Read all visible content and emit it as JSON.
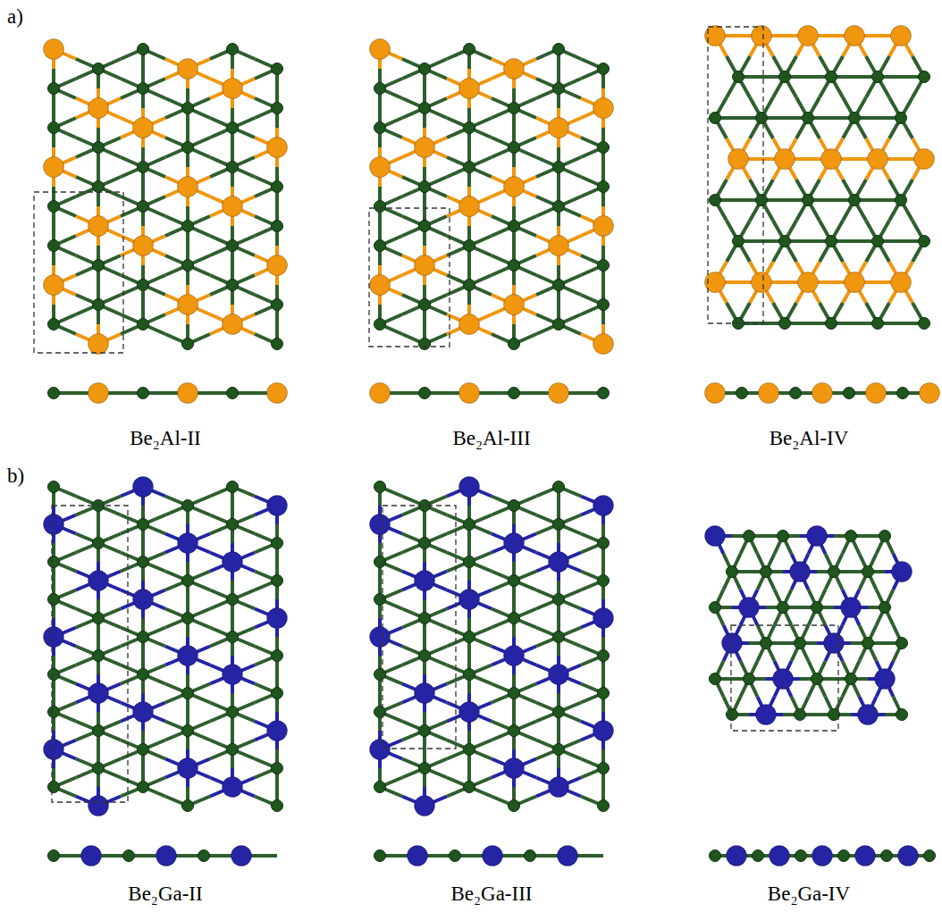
{
  "diagram": {
    "labels": [
      "a)",
      "Be₂Al-II",
      "Be₂Al-III",
      "Be₂Al-IV",
      "b)",
      "Be₂Ga-II",
      "Be₂Ga-III",
      "Be₂Ga-IV"
    ]
  }
}
